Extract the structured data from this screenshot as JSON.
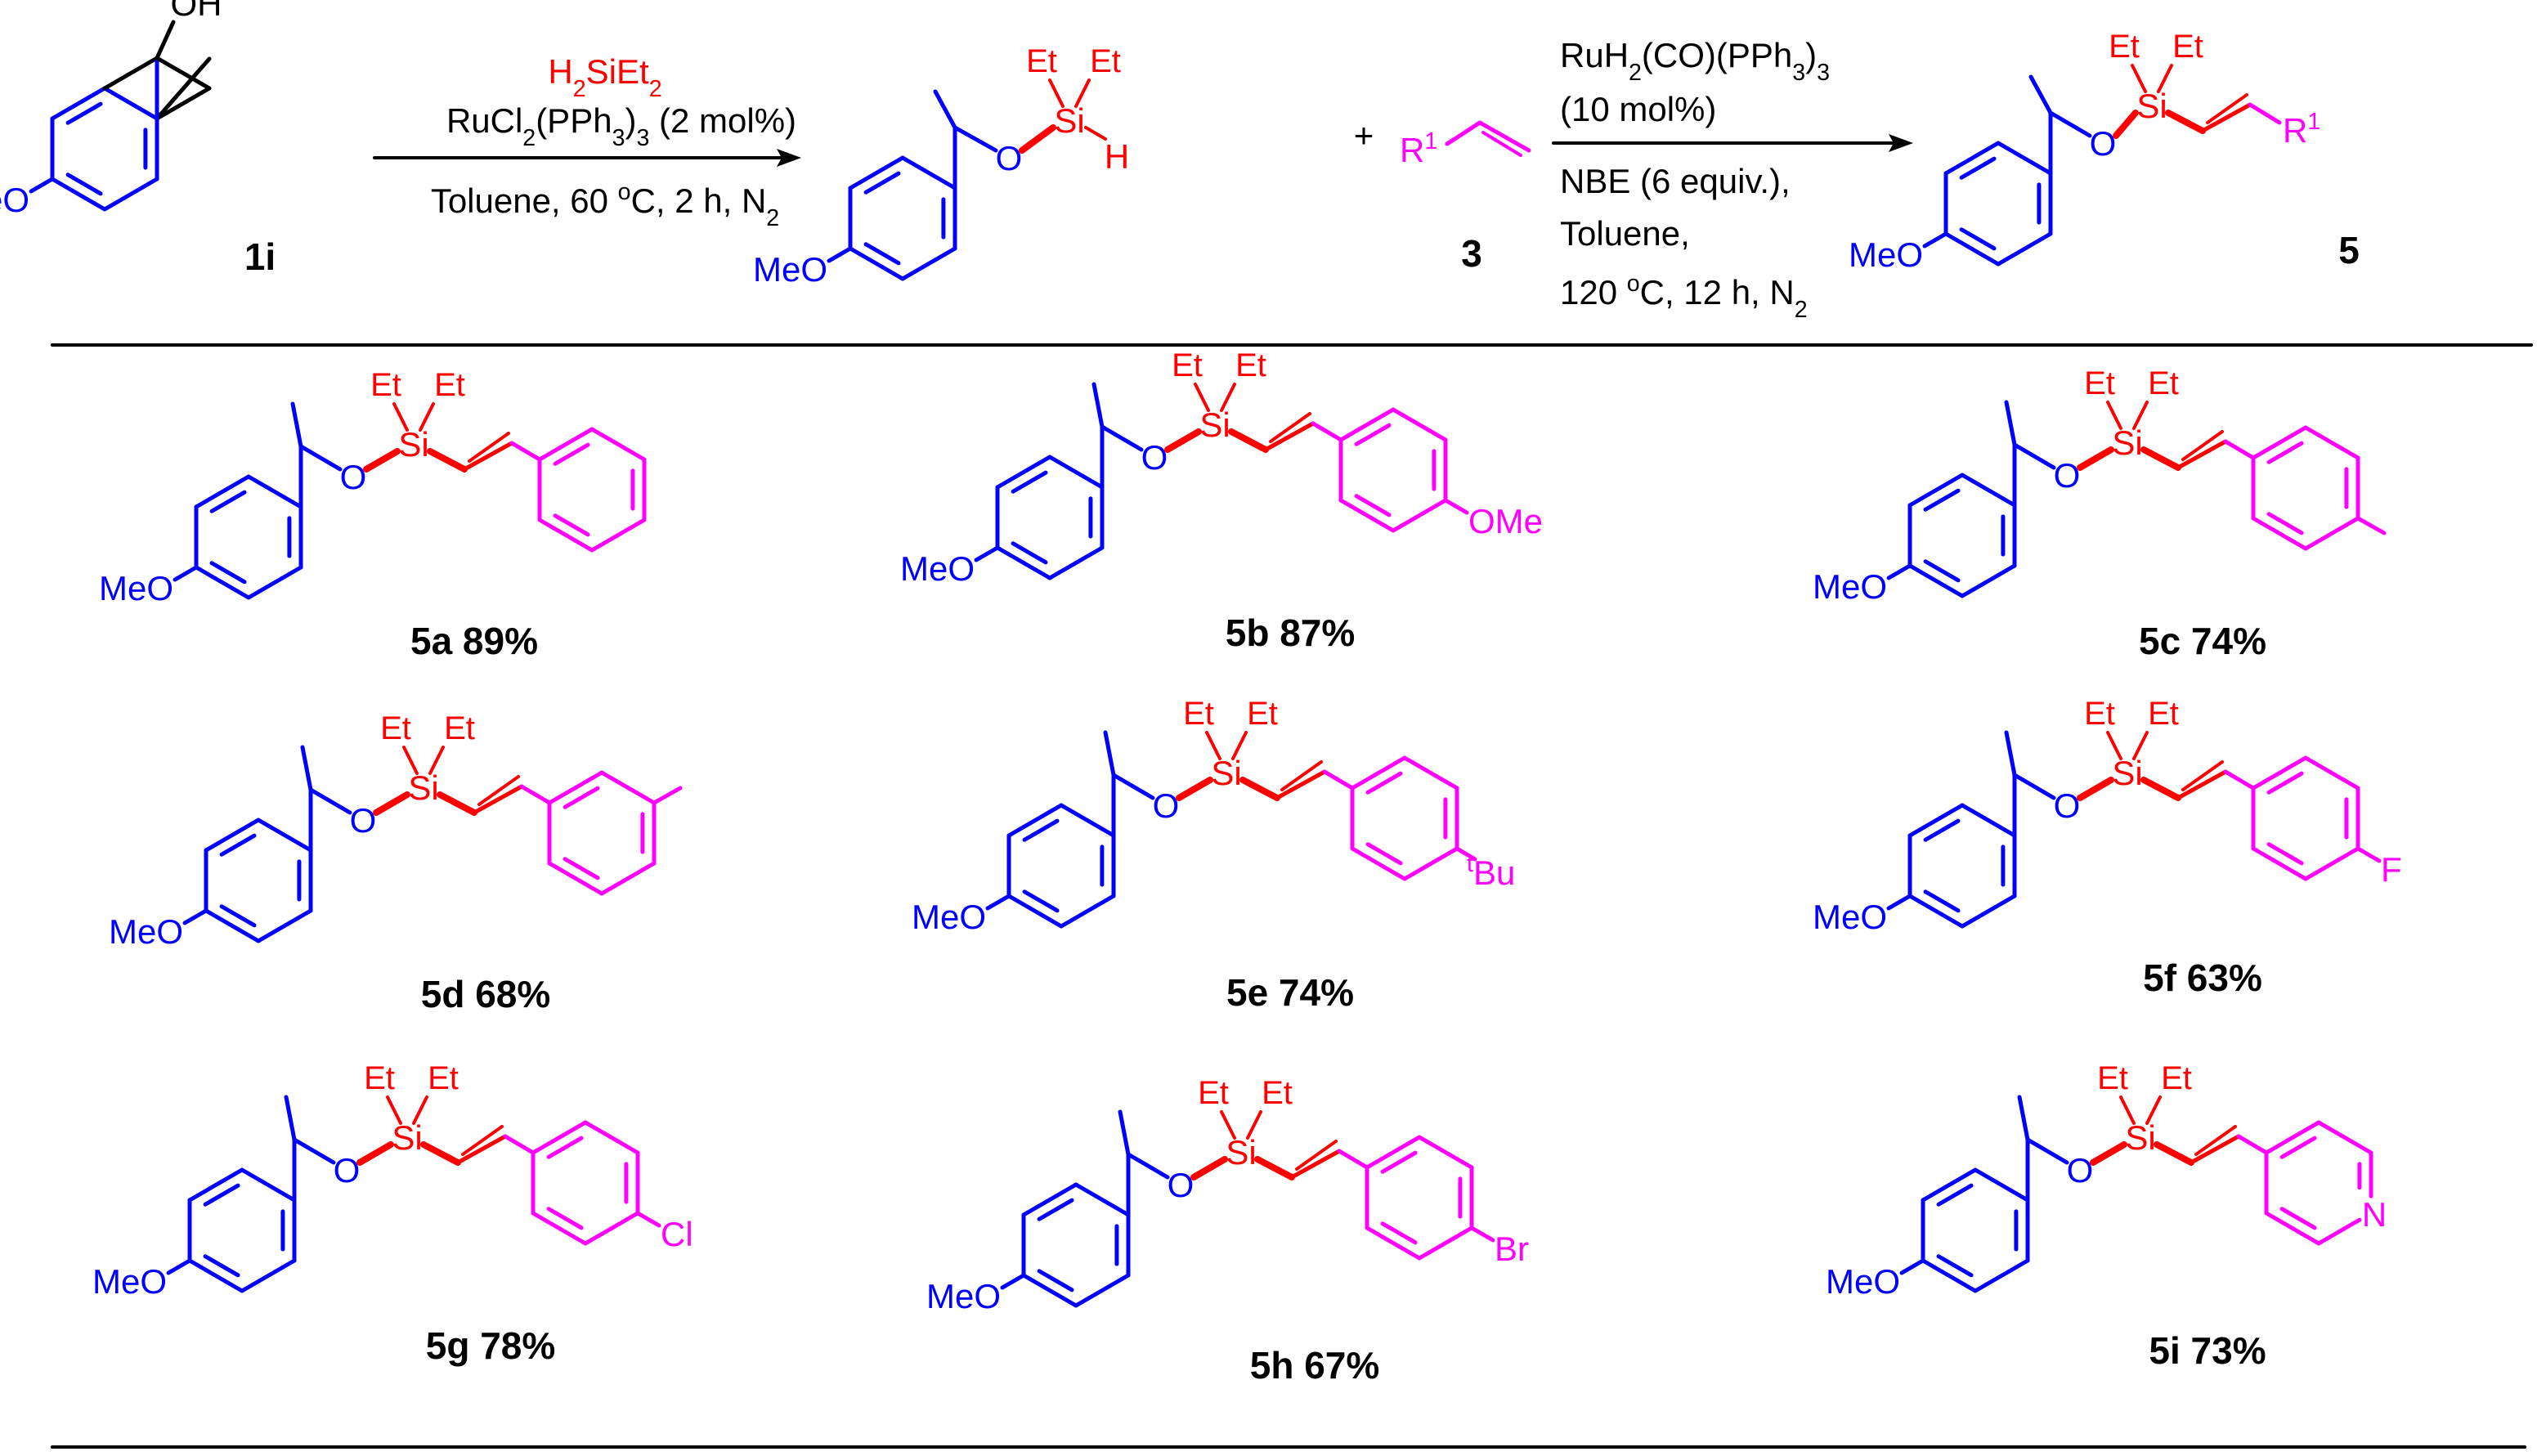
{
  "colors": {
    "black": "#000000",
    "blue": "#0000ff",
    "red": "#ff0000",
    "magenta": "#ff00ff"
  },
  "reaction": {
    "sm_label": "1i",
    "oh": "OH",
    "meo": "MeO",
    "silane": "H2SiEt2",
    "catalyst1": "RuCl2(PPh3)3 (2 mol%)",
    "conditions1": "Toluene, 60 oC, 2 h, N2",
    "plus": "+",
    "r1": "R1",
    "olefin_label": "3",
    "catalyst2": "RuH2(CO)(PPh3)3",
    "catalyst2_loading": "(10 mol%)",
    "additive": "NBE (6 equiv.),",
    "solvent2": "Toluene,",
    "conditions2": "120 oC, 12 h, N2",
    "product_label": "5",
    "et": "Et",
    "si": "Si",
    "o": "O",
    "h": "H"
  },
  "products": [
    {
      "label": "5a 89%",
      "substituent": ""
    },
    {
      "label": "5b 87%",
      "substituent": "OMe"
    },
    {
      "label": "5c 74%",
      "substituent": ""
    },
    {
      "label": "5d 68%",
      "substituent": ""
    },
    {
      "label": "5e 74%",
      "substituent": "tBu"
    },
    {
      "label": "5f 63%",
      "substituent": "F"
    },
    {
      "label": "5g 78%",
      "substituent": "Cl"
    },
    {
      "label": "5h 67%",
      "substituent": "Br"
    },
    {
      "label": "5i 73%",
      "substituent": "N"
    }
  ]
}
